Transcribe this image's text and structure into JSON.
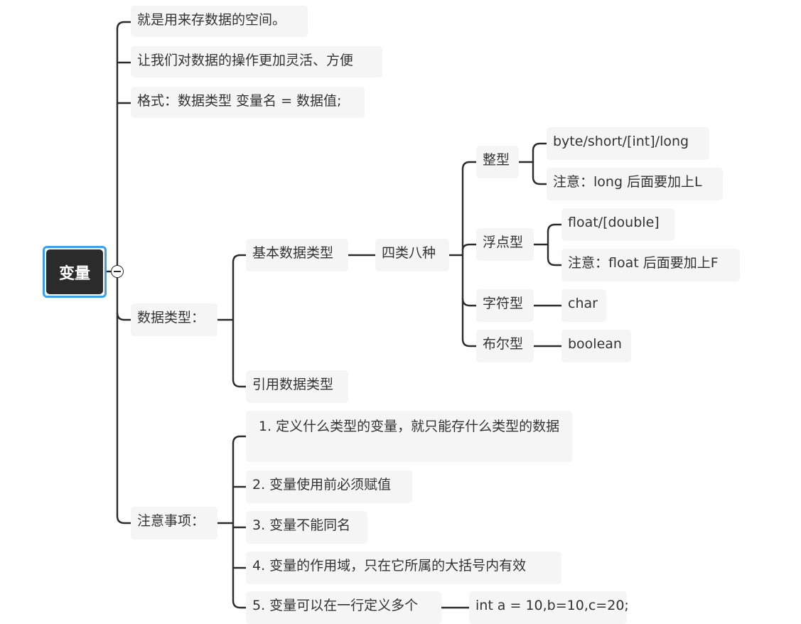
{
  "root": {
    "label": "变量"
  },
  "nodes": {
    "definition": "就是用来存数据的空间。",
    "purpose": "让我们对数据的操作更加灵活、方便",
    "format": "格式：数据类型 变量名 = 数据值;",
    "data_types": "数据类型：",
    "primitive": "基本数据类型",
    "four_kinds": "四类八种",
    "integer": "整型",
    "integer_types": "byte/short/[int]/long",
    "integer_note": "注意：long 后面要加上L",
    "float": "浮点型",
    "float_types": "float/[double]",
    "float_note": "注意：float 后面要加上F",
    "char": "字符型",
    "char_type": "char",
    "boolean": "布尔型",
    "boolean_type": "boolean",
    "reference": "引用数据类型",
    "notes": "注意事项：",
    "note1": "1. 定义什么类型的变量，就只能存什么类型的数据",
    "note2": "2. 变量使用前必须赋值",
    "note3": "3. 变量不能同名",
    "note4": "4. 变量的作用域，只在它所属的大括号内有效",
    "note5": "5. 变量可以在一行定义多个",
    "note5_example": "int a = 10,b=10,c=20;"
  }
}
